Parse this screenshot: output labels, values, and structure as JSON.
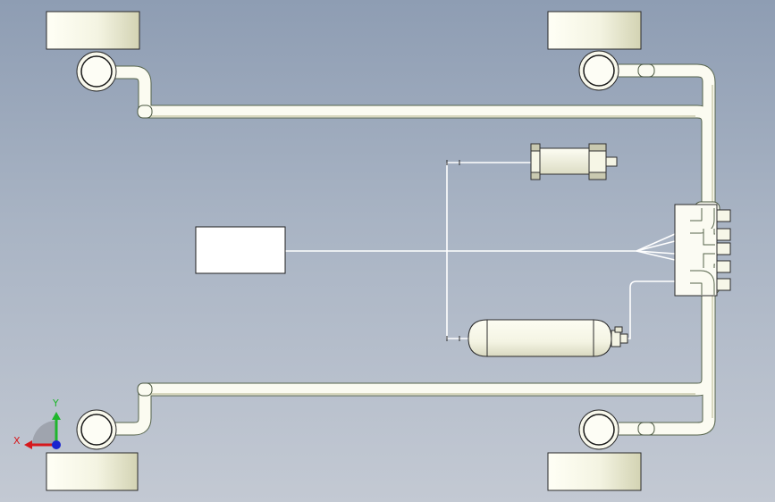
{
  "viewport": {
    "background_top": "#8e9db3",
    "background_bottom": "#c3c9d3"
  },
  "parts": {
    "wheels": [
      "front-left",
      "front-right",
      "rear-left",
      "rear-right"
    ],
    "brake_chambers": [
      "front-left",
      "front-right",
      "rear-left",
      "rear-right"
    ],
    "components": [
      "control-unit-box",
      "brake-cylinder",
      "air-reservoir-tank",
      "valve-block"
    ]
  },
  "colors": {
    "pipe_fill": "#fbfbf1",
    "pipe_edge": "#5d6b52",
    "tire_light": "#f7f7e8",
    "tire_shade": "#d8d8b9",
    "line": "#ffffff"
  },
  "triad": {
    "x_label": "X",
    "y_label": "Y",
    "x_color": "#d6181c",
    "y_color": "#1fb62c",
    "z_color": "#1a24d0"
  }
}
